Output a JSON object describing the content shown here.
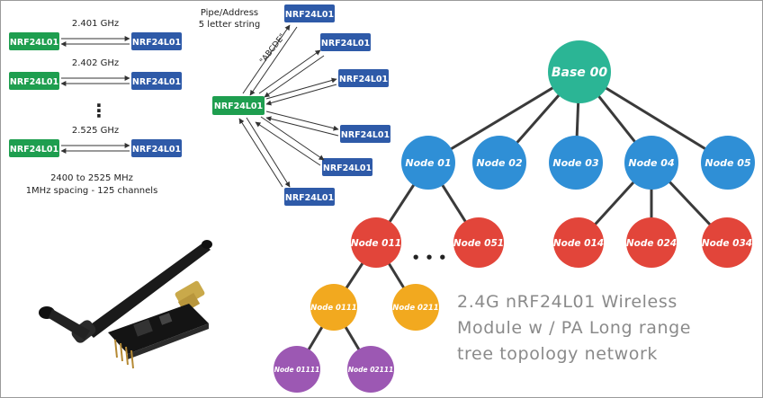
{
  "colors": {
    "green": "#1e9e4f",
    "blue": "#2e5aa8",
    "teal": "#2bb595",
    "node_blue": "#2f8fd6",
    "node_red": "#e2453a",
    "node_orange": "#f2a91f",
    "node_purple": "#9c58b3",
    "line": "#333333",
    "caption": "#8a8a8a"
  },
  "freq": {
    "module_label": "NRF24L01",
    "rows": [
      {
        "freq": "2.401 GHz"
      },
      {
        "freq": "2.402 GHz"
      },
      {
        "freq": "2.525 GHz"
      }
    ],
    "ellipsis": "⋮",
    "range_label": "2400 to 2525 MHz",
    "spacing_label": "1MHz spacing - 125 channels"
  },
  "pipe": {
    "title_line1": "Pipe/Address",
    "title_line2": "5 letter string",
    "address": "\"ABCDE\"",
    "center_label": "NRF24L01",
    "module_label": "NRF24L01"
  },
  "tree": {
    "root": "Base 00",
    "level1": [
      "Node 01",
      "Node 02",
      "Node 03",
      "Node 04",
      "Node 05"
    ],
    "level2_left": [
      "Node 011",
      "Node 051"
    ],
    "level2_right": [
      "Node 014",
      "Node 024",
      "Node 034"
    ],
    "dots": "• • •",
    "level3": [
      "Node 0111",
      "Node 0211"
    ],
    "level4": [
      "Node 01111",
      "Node 02111"
    ]
  },
  "caption": {
    "line1": "2.4G nRF24L01 Wireless",
    "line2": "Module w / PA Long range",
    "line3": "tree topology network"
  }
}
